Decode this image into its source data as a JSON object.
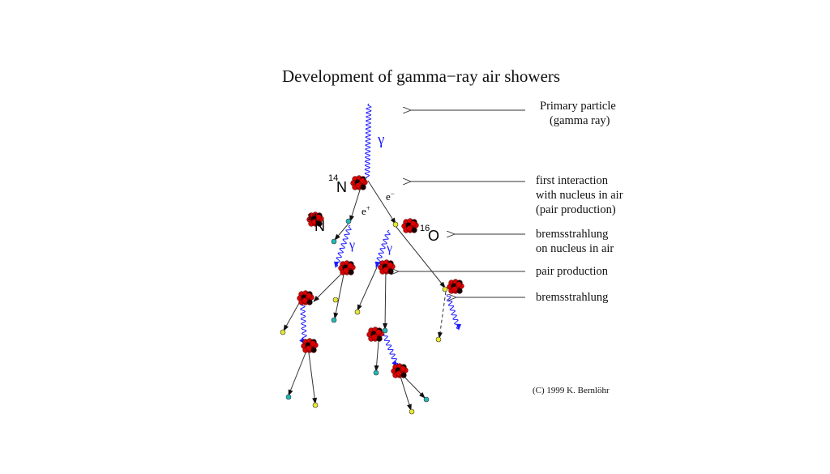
{
  "title": "Development of gamma−ray air showers",
  "labels": {
    "primary": [
      "Primary particle",
      "(gamma ray)"
    ],
    "first": [
      "first interaction",
      "with nucleus in air",
      "(pair production)"
    ],
    "brems_nucleus": [
      "bremsstrahlung",
      "on nucleus in air"
    ],
    "pair": "pair production",
    "brems": "bremsstrahlung"
  },
  "symbols": {
    "gamma": "γ",
    "n_mass": "14",
    "n_elem": "N",
    "o_mass": "16",
    "o_elem": "O",
    "positron": "e",
    "positron_charge": "+",
    "electron": "e",
    "electron_charge": "−"
  },
  "copyright": "(C) 1999 K. Bernlöhr",
  "colors": {
    "photon": "#1a1aff",
    "nucleus_red": "#dd0000",
    "nucleus_dark": "#1a0000",
    "positron_dot": "#22b8b8",
    "electron_dot": "#e8e830",
    "line": "#333333"
  }
}
